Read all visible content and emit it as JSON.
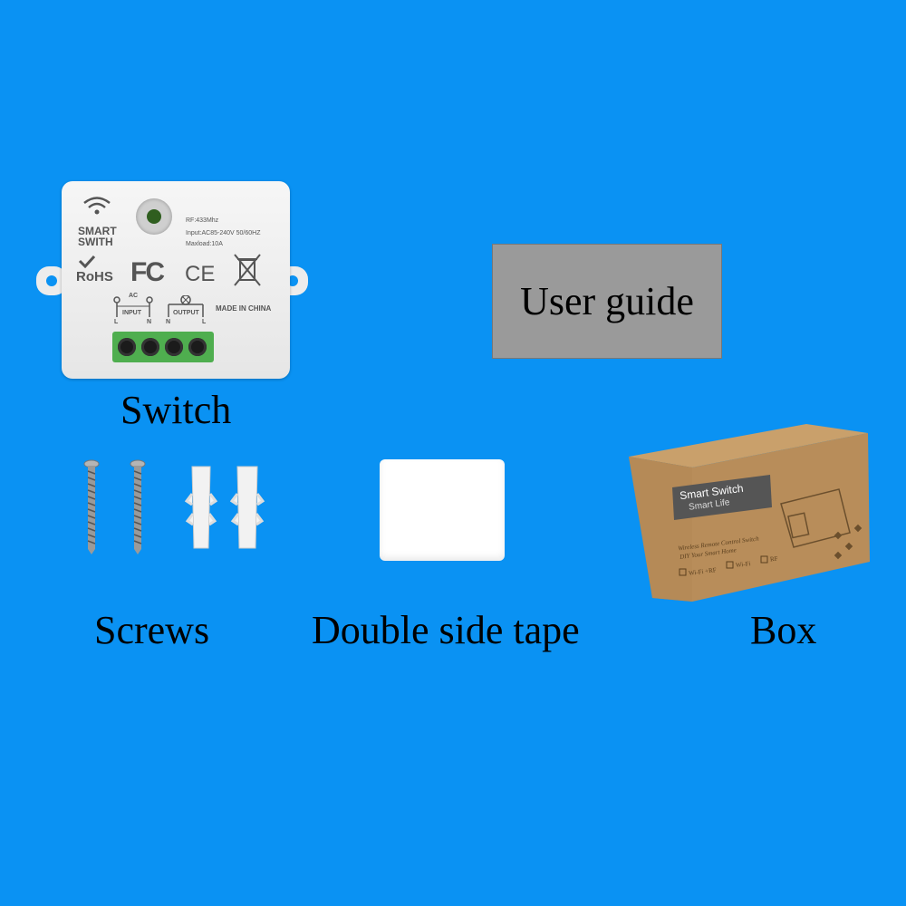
{
  "background_color": "#0a92f3",
  "items": {
    "switch": {
      "caption": "Switch",
      "device": {
        "brand_line1": "SMART",
        "brand_line2": "SWITH",
        "rf": "RF:433Mhz",
        "input": "Input:AC85-240V 50/60HZ",
        "maxload": "Maxload:10A",
        "rohs": "RoHS",
        "fc": "FC",
        "ce": "CE",
        "ac": "AC",
        "input_label": "INPUT",
        "output_label": "OUTPUT",
        "made_in": "MADE IN CHINA",
        "terminal_l1": "L",
        "terminal_n1": "N",
        "terminal_n2": "N",
        "terminal_l2": "L"
      }
    },
    "user_guide": {
      "label": "User guide",
      "color": "#9a9a9a"
    },
    "screws": {
      "caption": "Screws"
    },
    "tape": {
      "caption": "Double side tape"
    },
    "box": {
      "caption": "Box",
      "label_title": "Smart Switch",
      "label_subtitle": "Smart Life",
      "text_line1": "Wireless Remote Control Switch",
      "text_line2": "DIY Your Smart Home",
      "opt1": "Wi-Fi +RF",
      "opt2": "Wi-Fi",
      "opt3": "RF",
      "color": "#b88d5a"
    }
  }
}
